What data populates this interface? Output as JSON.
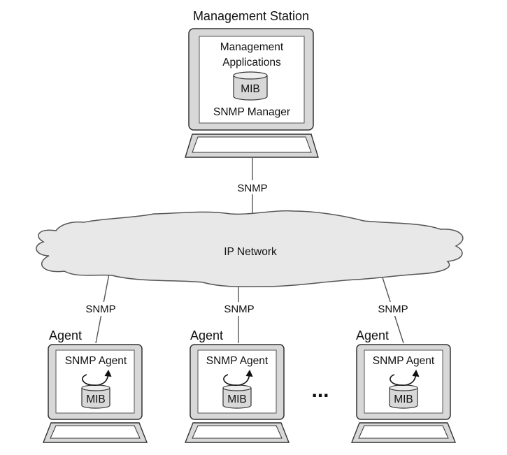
{
  "manager": {
    "title": "Management Station",
    "apps_line1": "Management",
    "apps_line2": "Applications",
    "mib": "MIB",
    "manager_label": "SNMP Manager"
  },
  "network": {
    "label": "IP Network"
  },
  "links": {
    "manager": "SNMP",
    "agent1": "SNMP",
    "agent2": "SNMP",
    "agent3": "SNMP"
  },
  "agents": [
    {
      "title": "Agent",
      "label": "SNMP Agent",
      "mib": "MIB"
    },
    {
      "title": "Agent",
      "label": "SNMP Agent",
      "mib": "MIB"
    },
    {
      "title": "Agent",
      "label": "SNMP Agent",
      "mib": "MIB"
    }
  ],
  "ellipsis": "..."
}
